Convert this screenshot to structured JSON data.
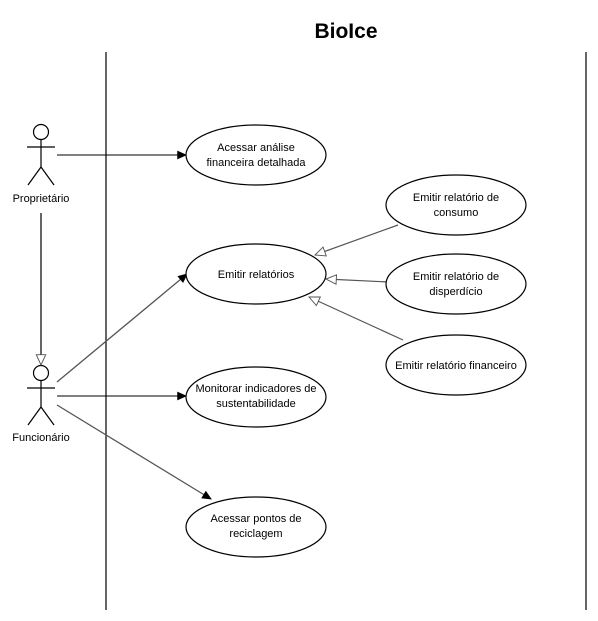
{
  "title": "BioIce",
  "actors": {
    "owner": {
      "label": "Proprietário",
      "icon": "stick-figure-icon"
    },
    "employee": {
      "label": "Funcionário",
      "icon": "stick-figure-icon"
    }
  },
  "use_cases": {
    "financial_analysis": [
      "Acessar análise",
      "financeira detalhada"
    ],
    "emit_reports": [
      "Emitir relatórios"
    ],
    "consumption_report": [
      "Emitir relatório de",
      "consumo"
    ],
    "waste_report": [
      "Emitir relatório de",
      "disperdício"
    ],
    "financial_report": [
      "Emitir relatório financeiro"
    ],
    "sustainability": [
      "Monitorar indicadores de",
      "sustentabilidade"
    ],
    "recycling": [
      "Acessar pontos de",
      "reciclagem"
    ]
  },
  "colors": {
    "stroke": "#000000",
    "generalization": "#555555",
    "background": "#ffffff"
  }
}
